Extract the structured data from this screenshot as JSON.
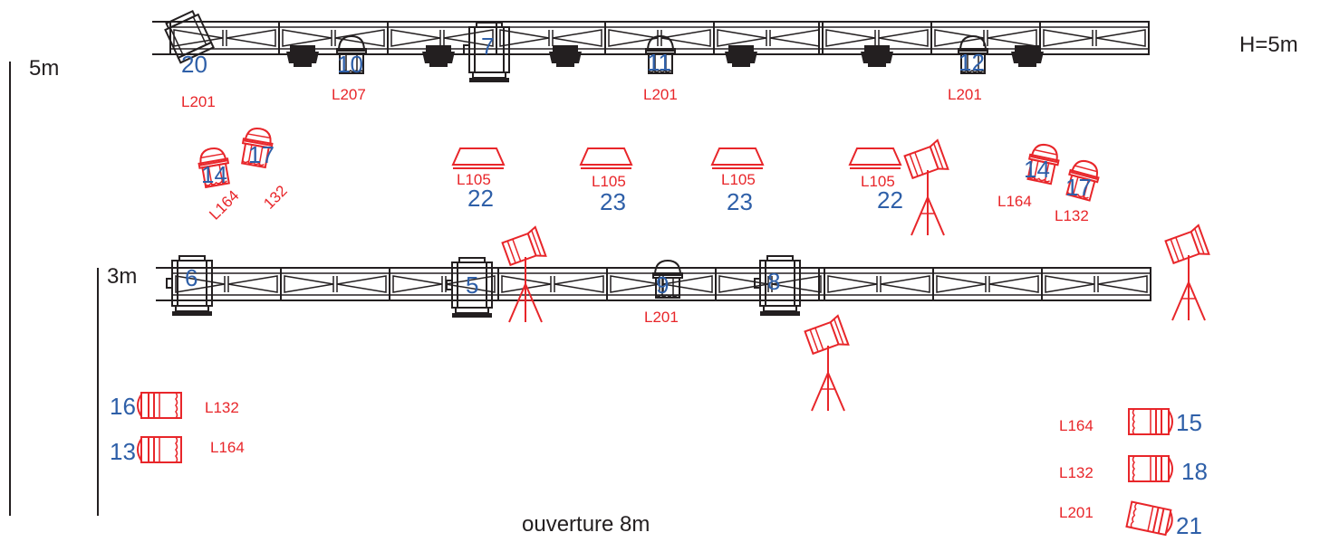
{
  "colors": {
    "fixture_red": "#e8262a",
    "number_blue": "#2e5fa8",
    "truss_black": "#231f20"
  },
  "dimensions": {
    "height_label": "H=5m",
    "scale_5m": "5m",
    "scale_3m": "3m",
    "opening": "ouverture 8m"
  },
  "fixtures": [
    {
      "id": "f20",
      "number": "20",
      "gel": "L201",
      "type": "fresnel-tilted-icon"
    },
    {
      "id": "f10",
      "number": "10",
      "gel": "L207",
      "type": "profile-icon"
    },
    {
      "id": "f7",
      "number": "7",
      "gel": "",
      "type": "fresnel-icon"
    },
    {
      "id": "f11",
      "number": "11",
      "gel": "L201",
      "type": "profile-icon"
    },
    {
      "id": "f12",
      "number": "12",
      "gel": "L201",
      "type": "profile-icon"
    },
    {
      "id": "f14a",
      "number": "14",
      "gel": "L164",
      "type": "profile-icon"
    },
    {
      "id": "f17a",
      "number": "17",
      "gel": "132",
      "type": "profile-icon"
    },
    {
      "id": "f22a",
      "number": "22",
      "gel": "L105",
      "type": "cyclo-icon"
    },
    {
      "id": "f23a",
      "number": "23",
      "gel": "L105",
      "type": "cyclo-icon"
    },
    {
      "id": "f23b",
      "number": "23",
      "gel": "L105",
      "type": "cyclo-icon"
    },
    {
      "id": "f22b",
      "number": "22",
      "gel": "L105",
      "type": "cyclo-icon"
    },
    {
      "id": "f14b",
      "number": "14",
      "gel": "L164",
      "type": "profile-icon"
    },
    {
      "id": "f17b",
      "number": "17",
      "gel": "L132",
      "type": "profile-icon"
    },
    {
      "id": "f6",
      "number": "6",
      "gel": "",
      "type": "fresnel-icon"
    },
    {
      "id": "f5",
      "number": "5",
      "gel": "",
      "type": "fresnel-icon"
    },
    {
      "id": "f9",
      "number": "9",
      "gel": "L201",
      "type": "profile-icon"
    },
    {
      "id": "f8",
      "number": "8",
      "gel": "",
      "type": "fresnel-icon"
    },
    {
      "id": "f16",
      "number": "16",
      "gel": "L132",
      "type": "par-icon"
    },
    {
      "id": "f13",
      "number": "13",
      "gel": "L164",
      "type": "par-icon"
    },
    {
      "id": "f15",
      "number": "15",
      "gel": "L164",
      "type": "par-icon"
    },
    {
      "id": "f18",
      "number": "18",
      "gel": "L132",
      "type": "par-icon"
    },
    {
      "id": "f21",
      "number": "21",
      "gel": "L201",
      "type": "par-icon"
    }
  ],
  "stands": [
    "tripod-stand-icon",
    "tripod-stand-icon",
    "tripod-stand-icon",
    "tripod-stand-icon"
  ],
  "trusses": [
    "upper-truss",
    "lower-truss"
  ]
}
